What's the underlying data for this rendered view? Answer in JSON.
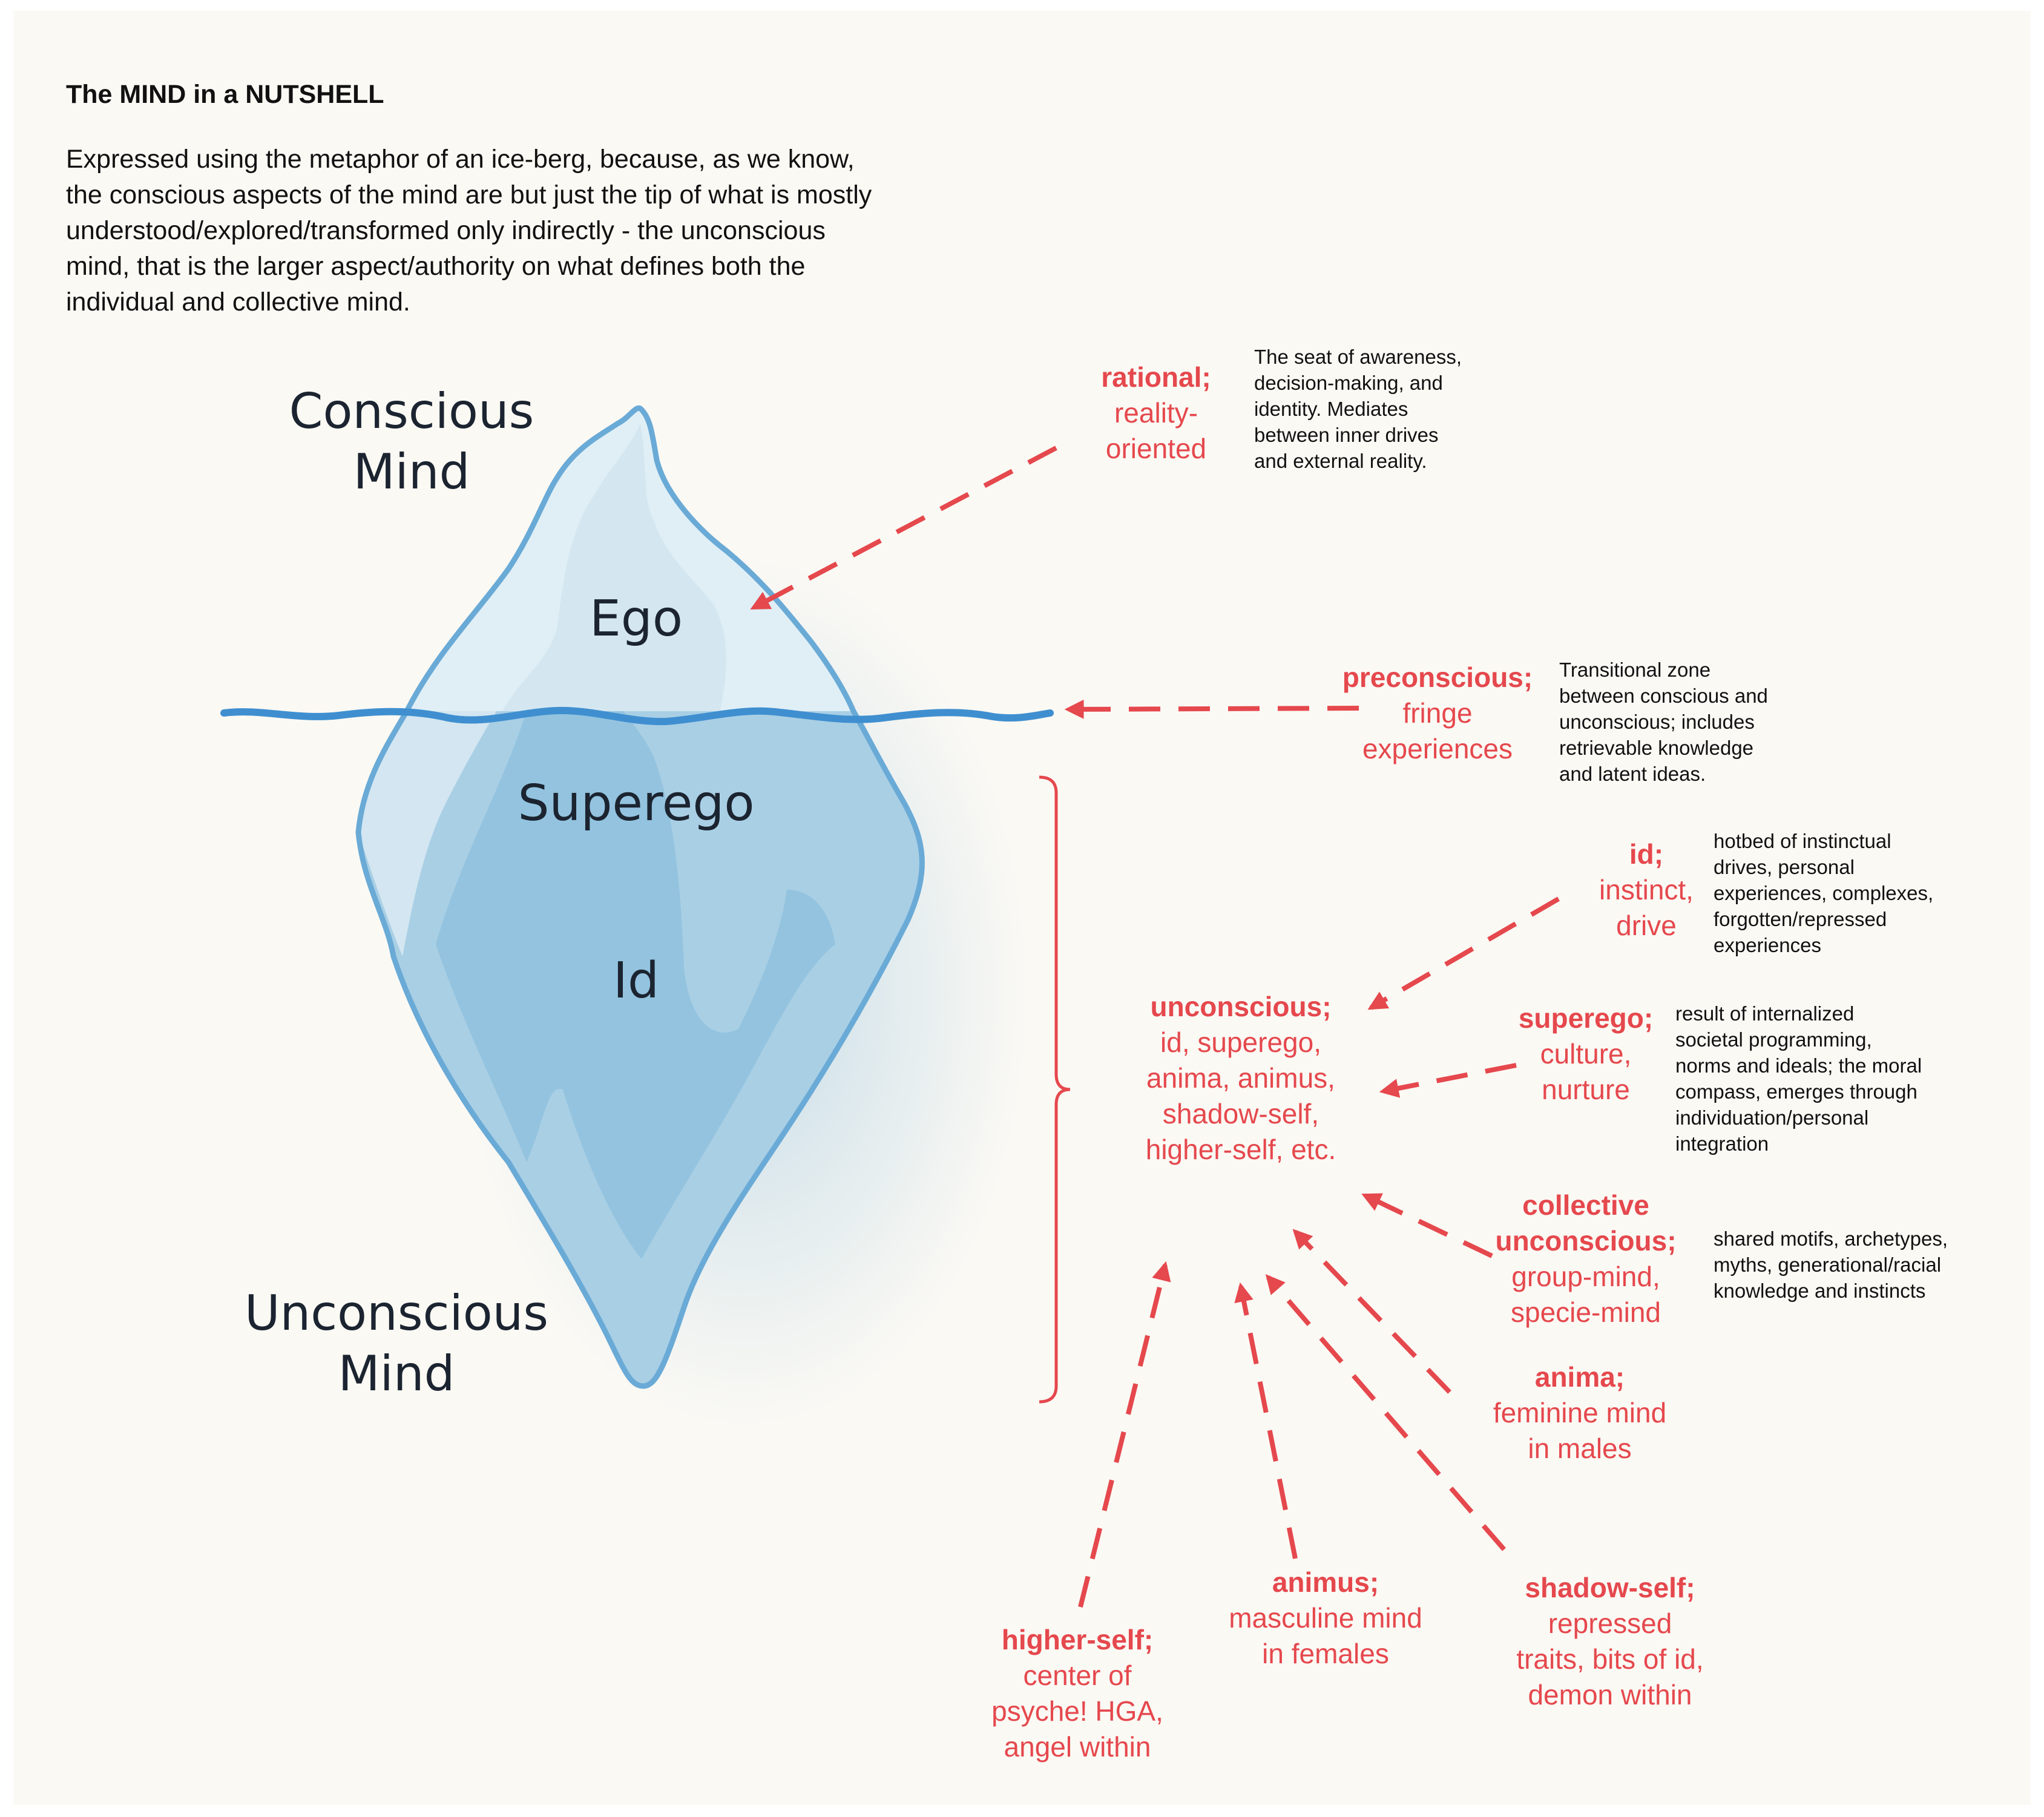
{
  "title": "The MIND in a NUTSHELL",
  "intro": "Expressed using the metaphor of an ice-berg, because, as we know, the conscious aspects of the mind are but just the tip of what is mostly understood/explored/transformed only indirectly - the unconscious mind, that is the larger aspect/authority on what defines both the individual and collective mind.",
  "regions": {
    "conscious": [
      "Conscious",
      "Mind"
    ],
    "unconscious": [
      "Unconscious",
      "Mind"
    ]
  },
  "iceberg": {
    "ego": "Ego",
    "superego": "Superego",
    "id": "Id"
  },
  "colors": {
    "background": "#fbf9f4",
    "accent_red": "#e5484d",
    "water_line": "#3f8fd0",
    "ice_outline": "#6aaad6",
    "ice_tip": "#dfeef6",
    "ice_body": "#a6cfe6",
    "ice_shadow": "#8cc0df"
  },
  "annotations": {
    "rational": {
      "title": "rational;",
      "lines": [
        "reality-",
        "oriented"
      ]
    },
    "rational_desc": [
      "The seat of awareness,",
      "decision-making, and",
      "identity. Mediates",
      "between inner drives",
      "and external reality."
    ],
    "preconscious": {
      "title": "preconscious;",
      "lines": [
        "fringe",
        "experiences"
      ]
    },
    "preconscious_desc": [
      "Transitional zone",
      "between conscious and",
      "unconscious; includes",
      "retrievable knowledge",
      "and latent ideas."
    ],
    "id": {
      "title": "id;",
      "lines": [
        "instinct,",
        "drive"
      ]
    },
    "id_desc": [
      "hotbed of instinctual",
      "drives, personal",
      "experiences, complexes,",
      "forgotten/repressed",
      "experiences"
    ],
    "unconscious": {
      "title": "unconscious;",
      "lines": [
        "id, superego,",
        "anima, animus,",
        "shadow-self,",
        "higher-self, etc."
      ]
    },
    "superego": {
      "title": "superego;",
      "lines": [
        "culture,",
        "nurture"
      ]
    },
    "superego_desc": [
      "result of internalized",
      "societal programming,",
      "norms and ideals; the moral",
      "compass, emerges through",
      "individuation/personal",
      "integration"
    ],
    "collective": {
      "title": [
        "collective",
        "unconscious;"
      ],
      "lines": [
        "group-mind,",
        "specie-mind"
      ]
    },
    "collective_desc": [
      "shared motifs, archetypes,",
      "myths, generational/racial",
      "knowledge and instincts"
    ],
    "anima": {
      "title": "anima;",
      "lines": [
        "feminine mind",
        "in males"
      ]
    },
    "animus": {
      "title": "animus;",
      "lines": [
        "masculine mind",
        "in females"
      ]
    },
    "shadow": {
      "title": "shadow-self;",
      "lines": [
        "repressed",
        "traits, bits of id,",
        "demon within"
      ]
    },
    "higher": {
      "title": "higher-self;",
      "lines": [
        "center of",
        "psyche! HGA,",
        "angel within"
      ]
    }
  }
}
